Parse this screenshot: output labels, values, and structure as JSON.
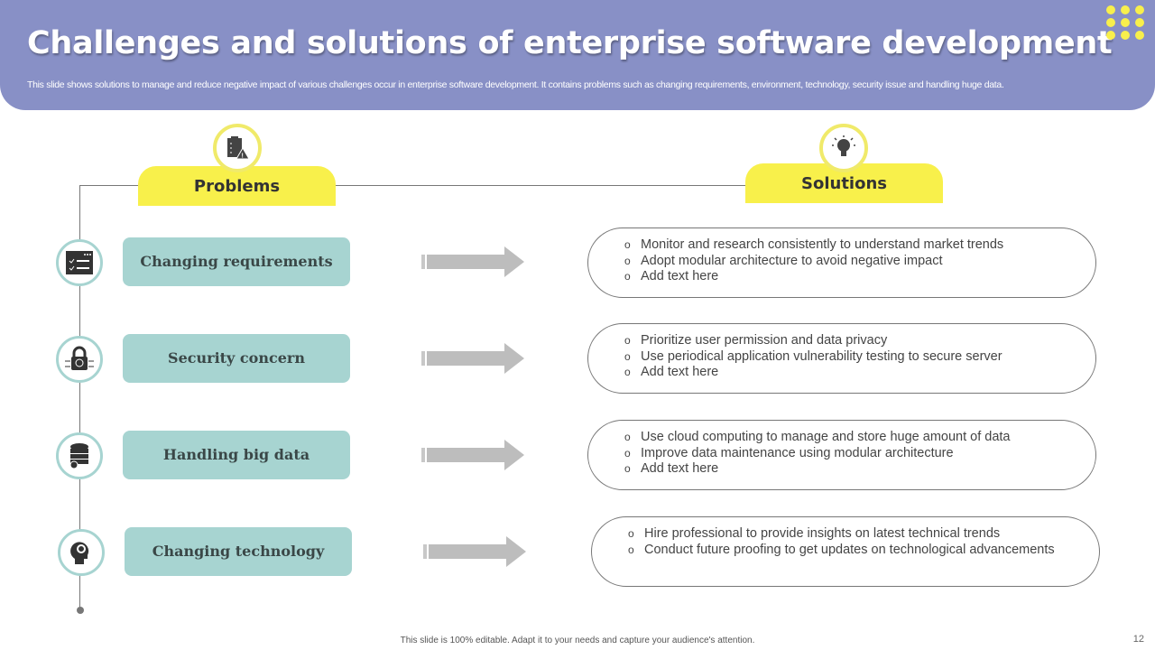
{
  "header": {
    "title": "Challenges and solutions of enterprise software development",
    "subtitle": "This slide shows solutions to manage and reduce negative impact of various challenges occur in enterprise software development. It contains problems such as changing requirements, environment, technology, security issue and handling huge data."
  },
  "columns": {
    "problems": "Problems",
    "solutions": "Solutions"
  },
  "rows": [
    {
      "problem": "Changing requirements",
      "icon": "checklist-icon",
      "solutions": [
        "Monitor and research consistently to understand market trends",
        "Adopt modular architecture to avoid negative impact",
        "Add text here"
      ]
    },
    {
      "problem": "Security concern",
      "icon": "lock-icon",
      "solutions": [
        "Prioritize user permission and data privacy",
        "Use periodical application vulnerability  testing to secure server",
        "Add text here"
      ]
    },
    {
      "problem": "Handling big data",
      "icon": "database-gear-icon",
      "solutions": [
        "Use cloud computing to manage and store huge amount of data",
        "Improve data maintenance using modular architecture",
        "Add text here"
      ]
    },
    {
      "problem": "Changing technology",
      "icon": "head-gear-icon",
      "solutions": [
        "Hire professional to provide insights on latest technical trends",
        "Conduct future proofing to get updates on technological advancements"
      ]
    }
  ],
  "footer": {
    "note": "This slide is 100% editable. Adapt it to your needs and capture your audience's attention.",
    "page": "12"
  },
  "colors": {
    "header": "#8890c6",
    "accent_yellow": "#f8f04b",
    "teal": "#a7d4d1"
  }
}
